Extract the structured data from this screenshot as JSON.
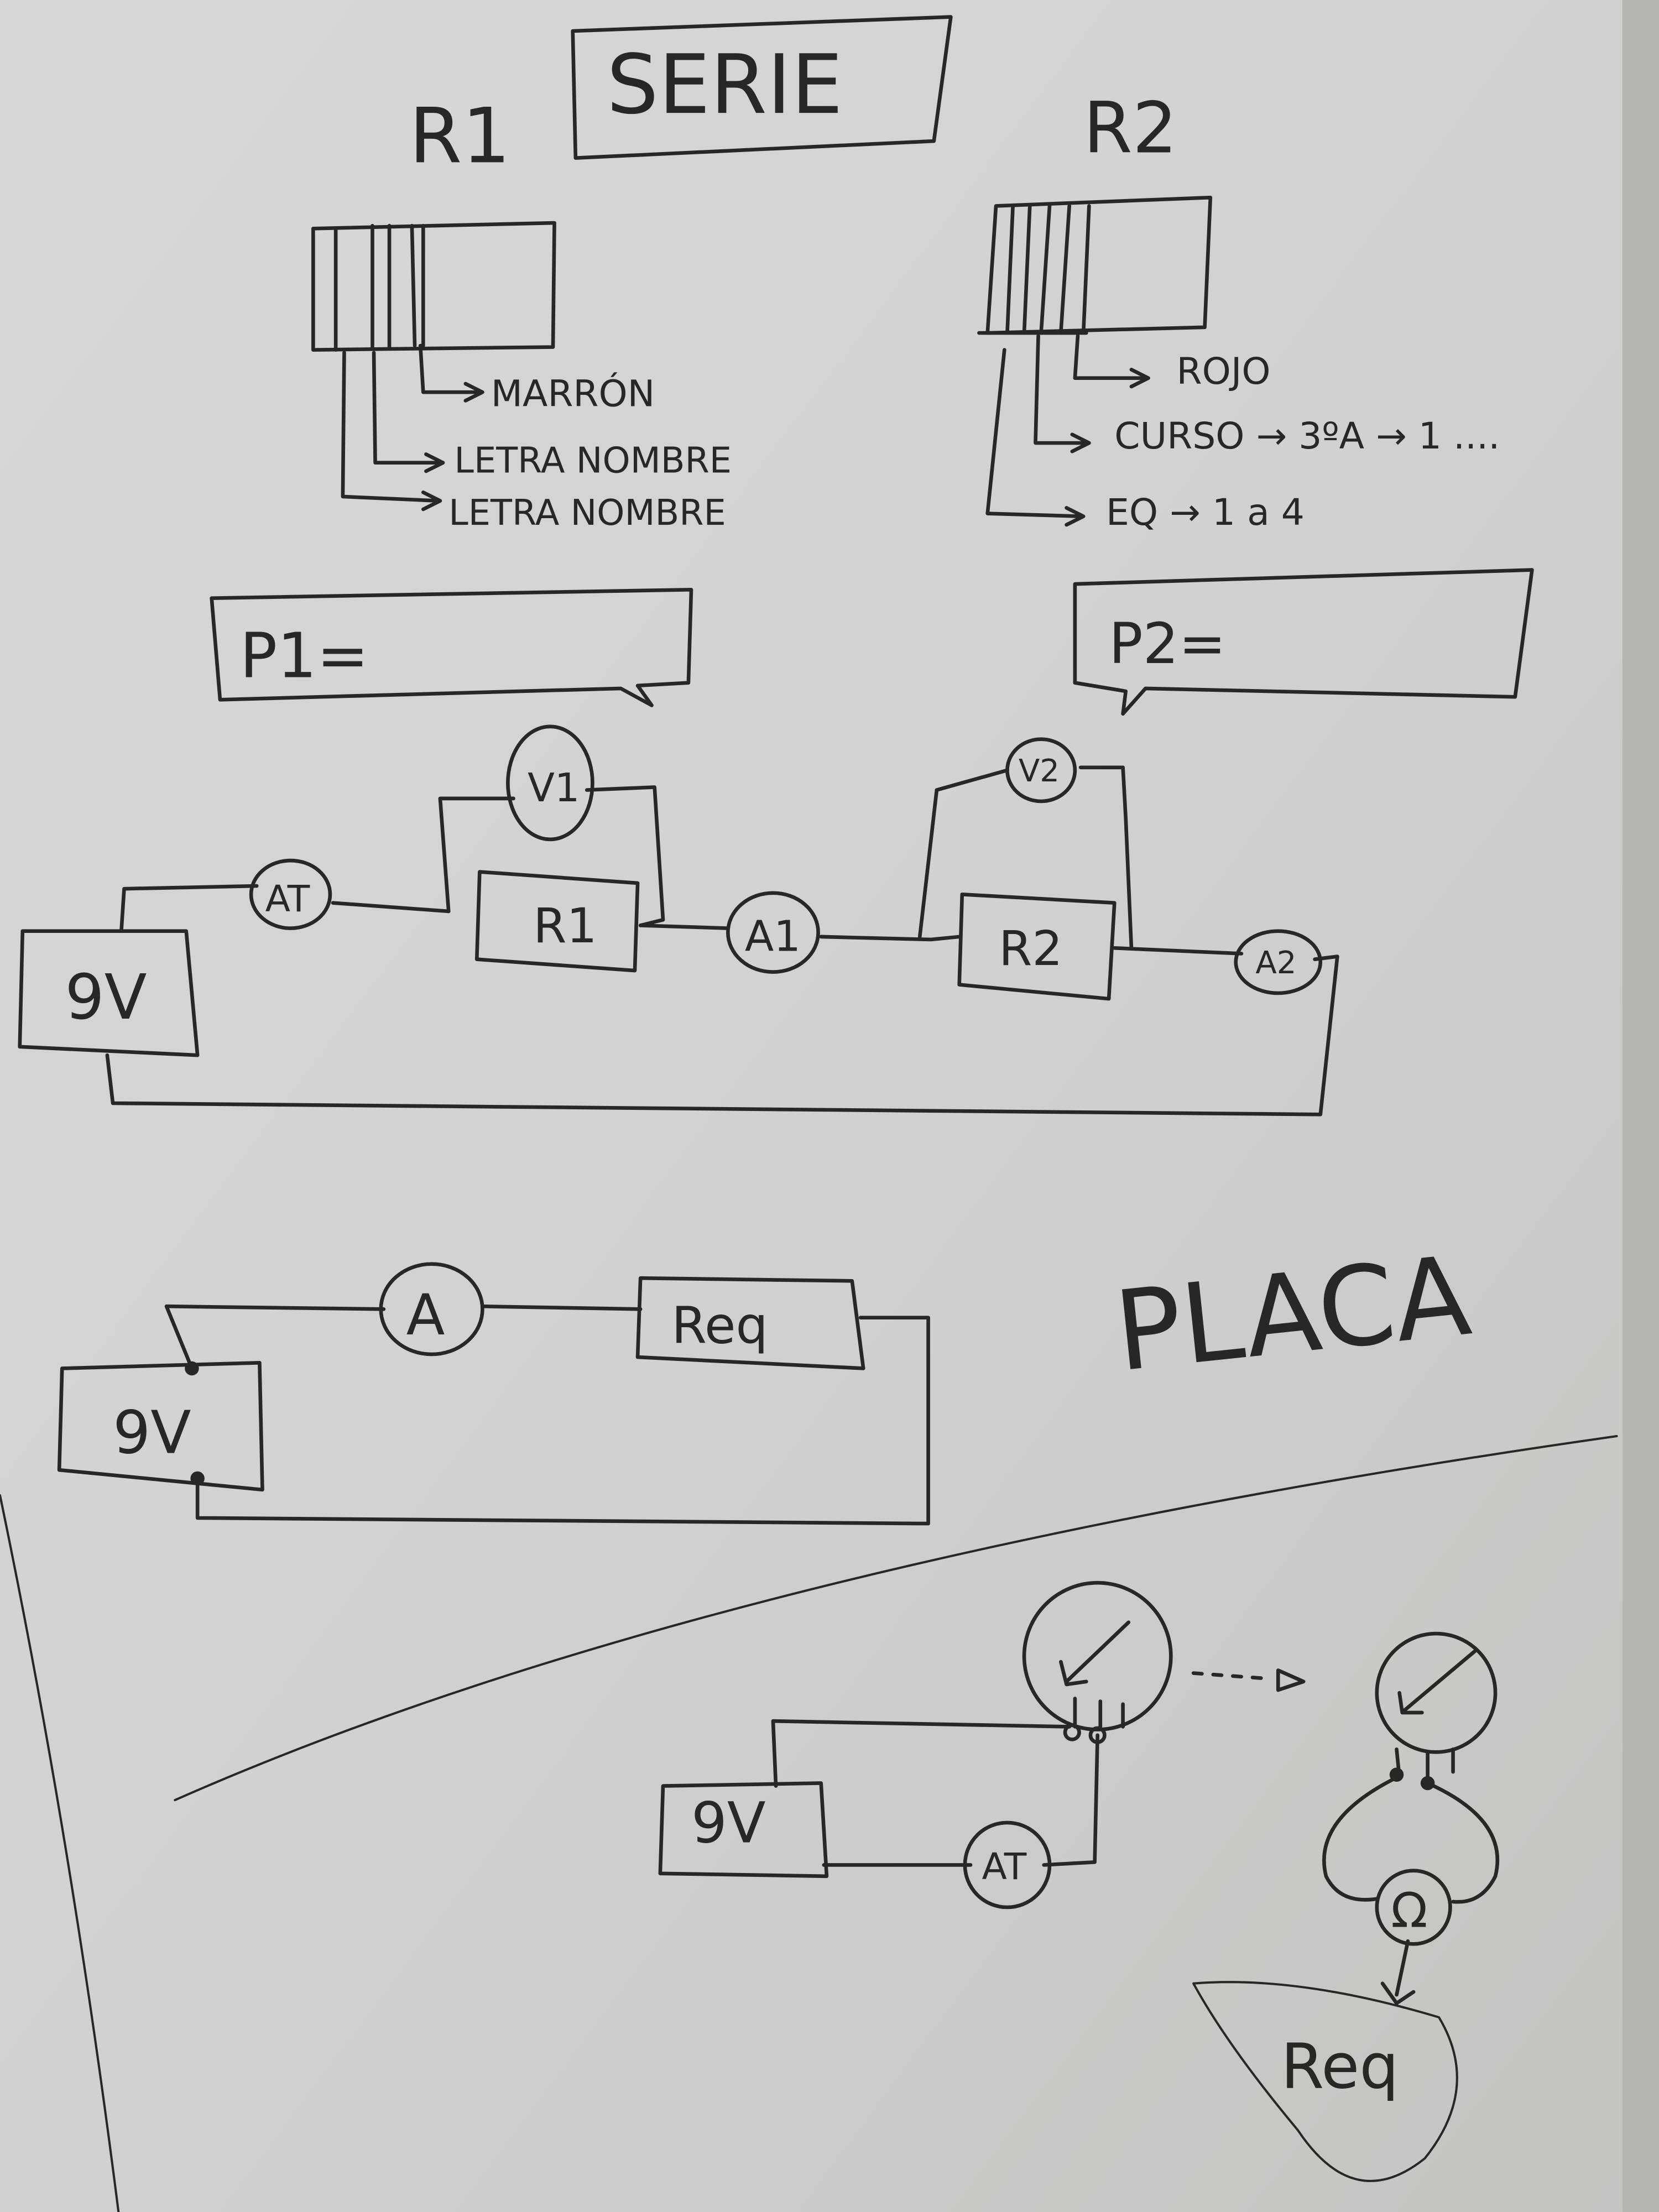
{
  "title": "SERIE",
  "resistor_1": {
    "label": "R1",
    "bands": [
      "MARRÓN",
      "LETRA NOMBRE",
      "LETRA NOMBRE"
    ]
  },
  "resistor_2": {
    "label": "R2",
    "bands": [
      "ROJO",
      "CURSO → 3ºA → 1 ....",
      "EQ → 1 a 4"
    ]
  },
  "callouts": {
    "p1": "P1=",
    "p2": "P2="
  },
  "circuit_1": {
    "source": "9V",
    "ammeter_total": "AT",
    "voltmeter_1": "V1",
    "resistor_1": "R1",
    "ammeter_1": "A1",
    "voltmeter_2": "V2",
    "resistor_2": "R2",
    "ammeter_2": "A2"
  },
  "circuit_2": {
    "source": "9V",
    "ammeter": "A",
    "resistor": "Req"
  },
  "placa_label": "PLACA",
  "circuit_3": {
    "source": "9V",
    "ammeter": "AT",
    "ohm": "Ω",
    "result": "Req"
  },
  "colors": {
    "board": "#d6d4d1",
    "ink": "#2a2624"
  }
}
